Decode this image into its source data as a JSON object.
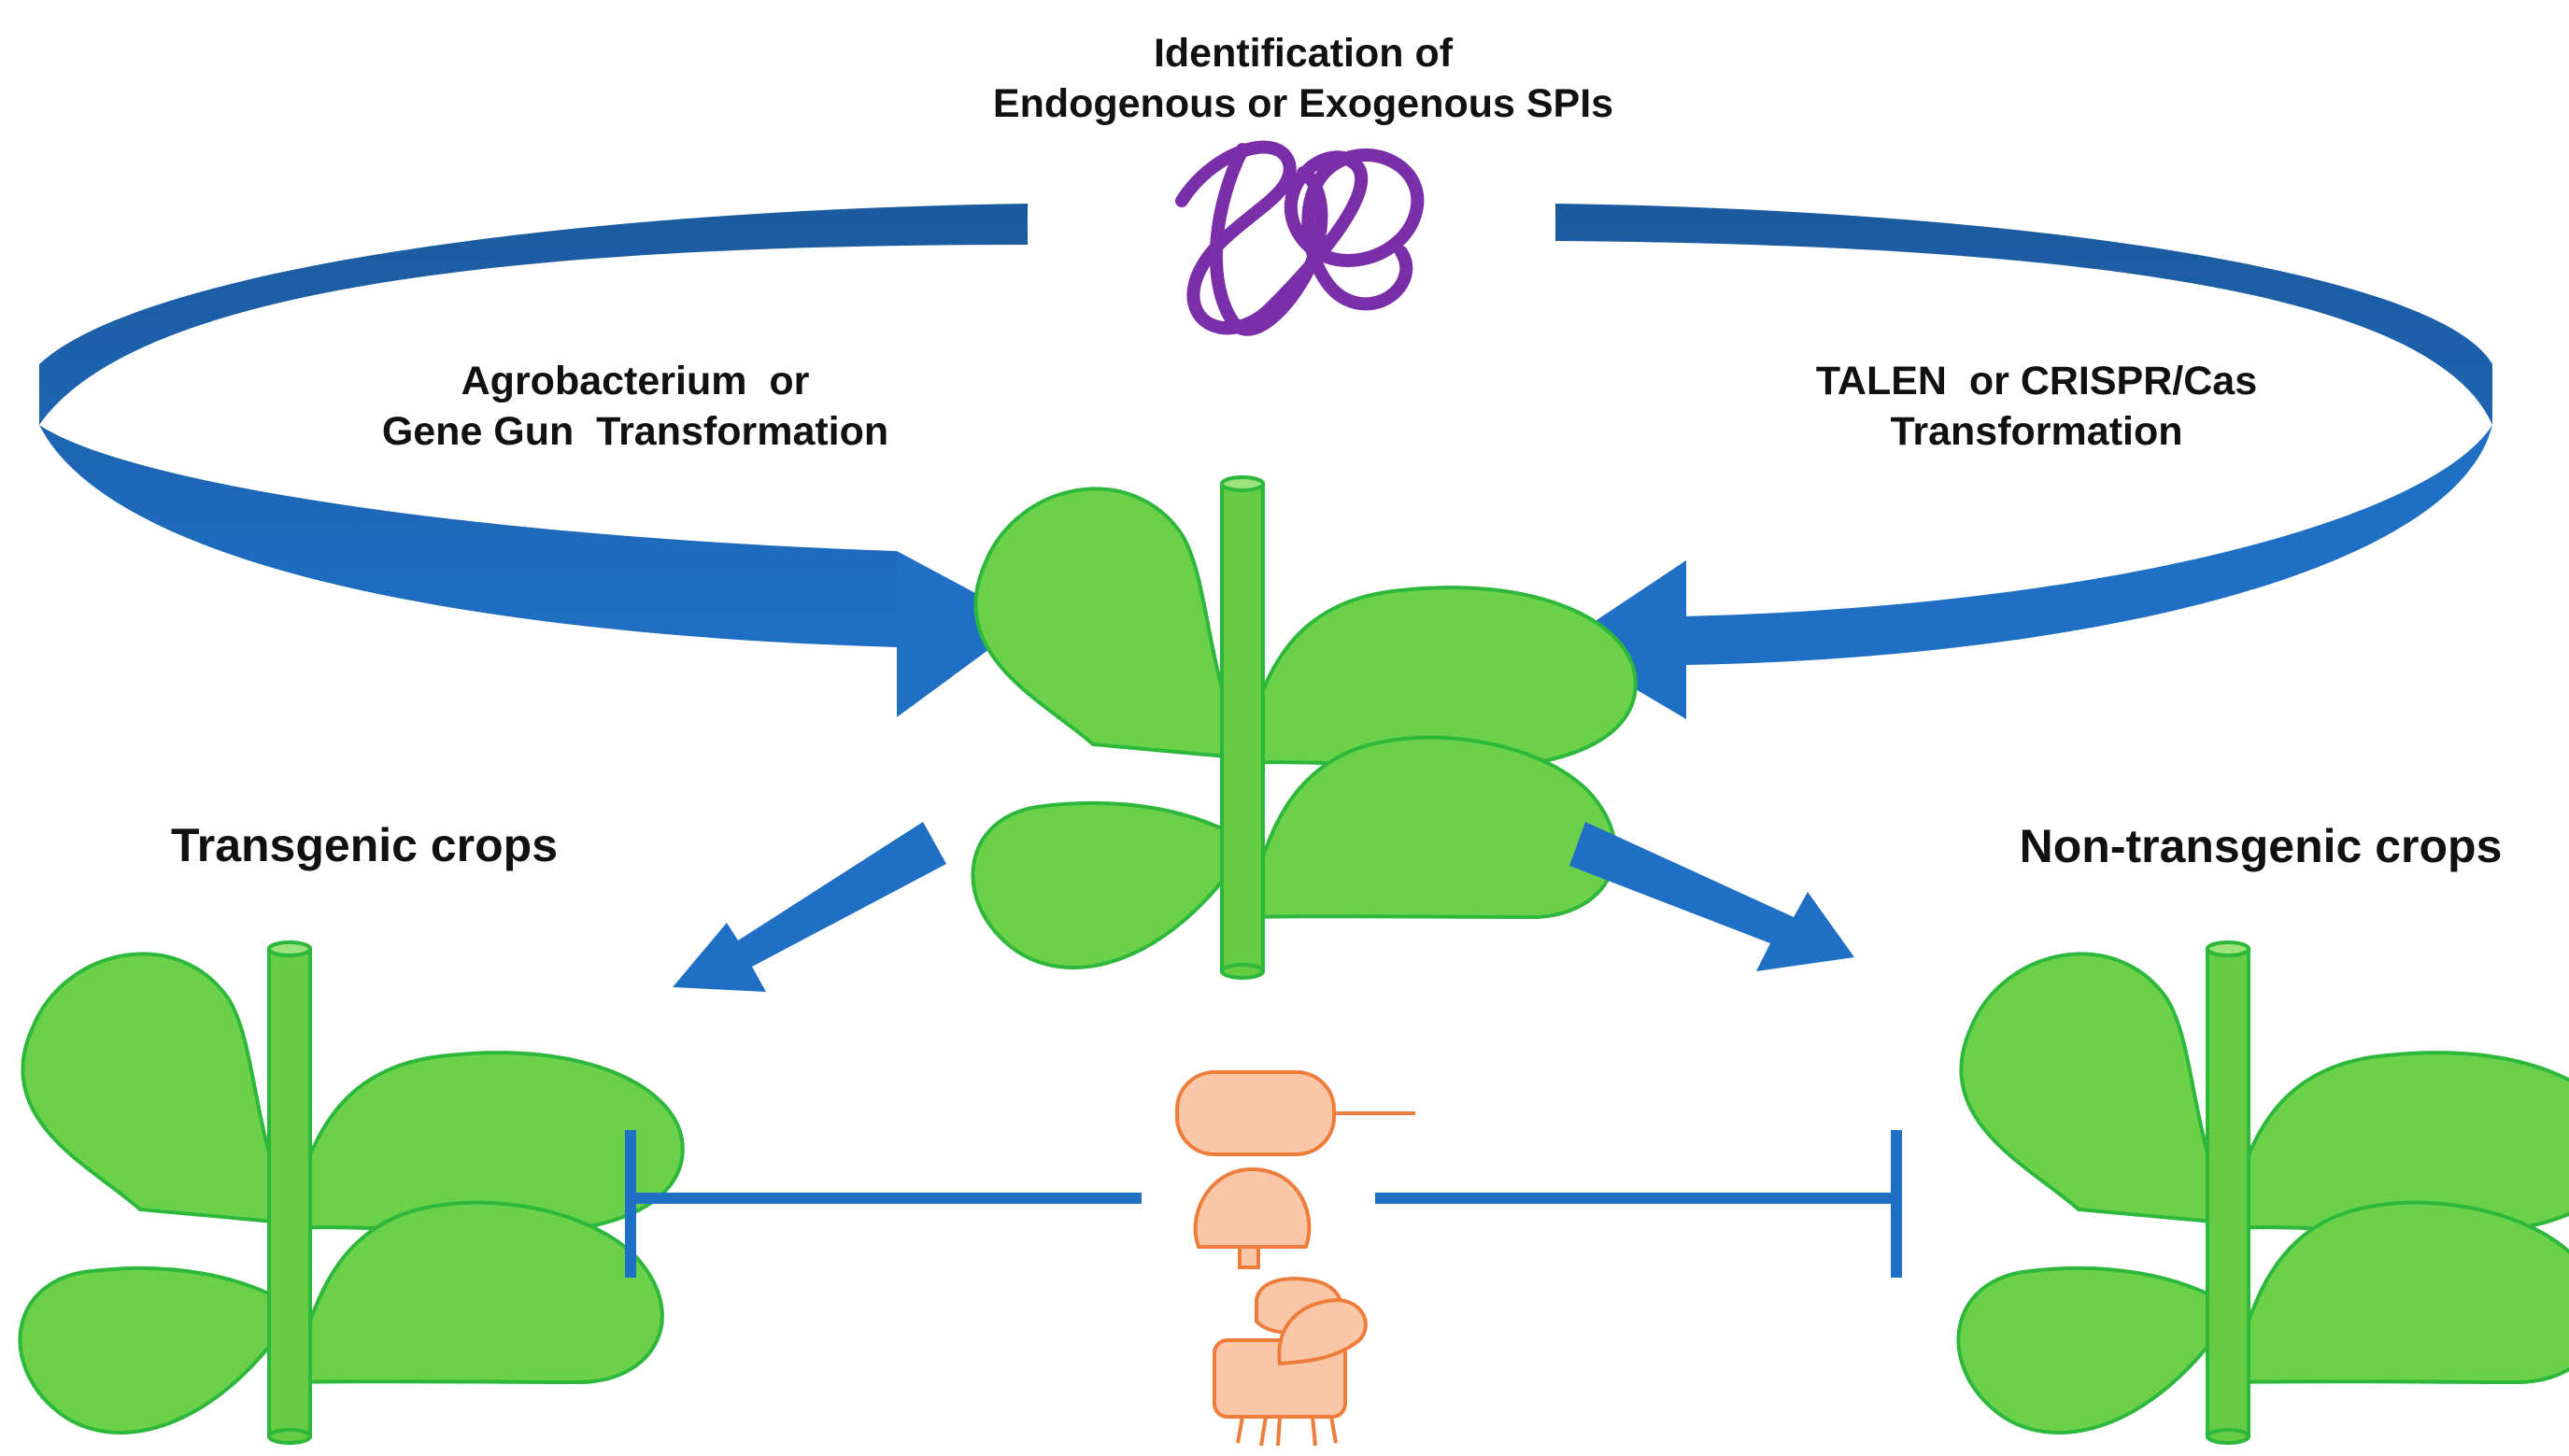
{
  "title": {
    "line1": "Identification of",
    "line2": "Endogenous or Exogenous SPIs"
  },
  "left_method": {
    "line1": "Agrobacterium  or",
    "line2": "Gene Gun  Transformation"
  },
  "right_method": {
    "line1": "TALEN  or CRISPR/Cas",
    "line2": "Transformation"
  },
  "left_outcome": "Transgenic crops",
  "right_outcome": "Non-transgenic crops",
  "colors": {
    "arrow_blue": "#1F6FC5",
    "arrow_dark": "#1B5A9E",
    "protein_purple": "#7A2FA8",
    "leaf_fill": "#6CD14A",
    "leaf_stroke": "#2DB83C",
    "stem_fill": "#66CC44",
    "pest_fill": "#F9C7A8",
    "pest_stroke": "#EE7D3C",
    "inhibit_line": "#1F6FC5"
  },
  "icons": [
    "protein-scribble-icon",
    "plant-icon",
    "pest-icons"
  ]
}
